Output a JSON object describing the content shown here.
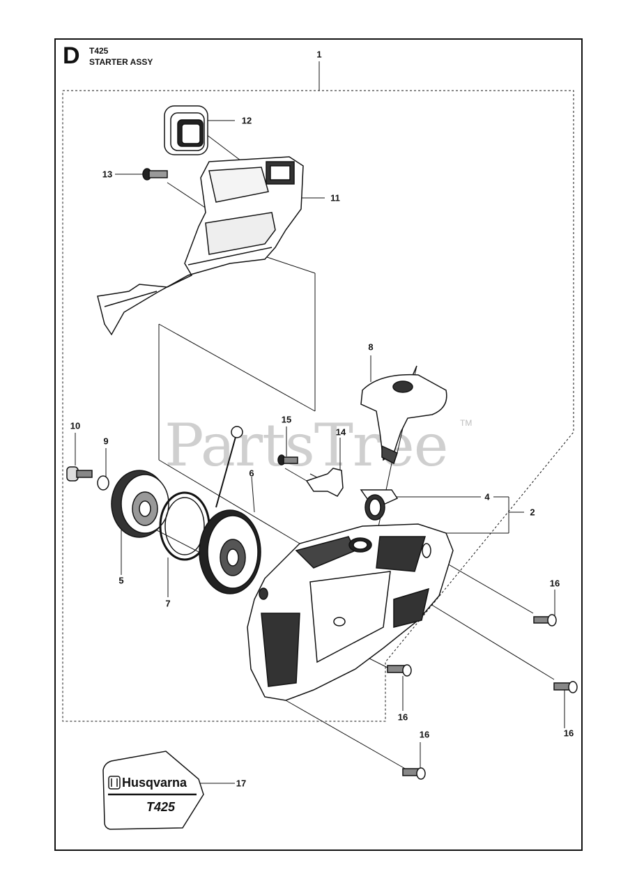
{
  "header": {
    "section_letter": "D",
    "model": "T425",
    "title": "STARTER ASSY"
  },
  "watermark": {
    "text": "PartsTree",
    "tm": "TM"
  },
  "decal": {
    "brand": "Husqvarna",
    "model": "T425",
    "logo_icon": "husqvarna-crown-logo"
  },
  "callouts": {
    "c1": "1",
    "c2": "2",
    "c4": "4",
    "c5": "5",
    "c6": "6",
    "c7": "7",
    "c8": "8",
    "c9": "9",
    "c10": "10",
    "c11": "11",
    "c12": "12",
    "c13": "13",
    "c14": "14",
    "c15": "15",
    "c16a": "16",
    "c16b": "16",
    "c16c": "16",
    "c16d": "16",
    "c17": "17"
  },
  "colors": {
    "ink": "#111111",
    "watermark": "#cfcfcf",
    "part_fill": "#ffffff"
  }
}
